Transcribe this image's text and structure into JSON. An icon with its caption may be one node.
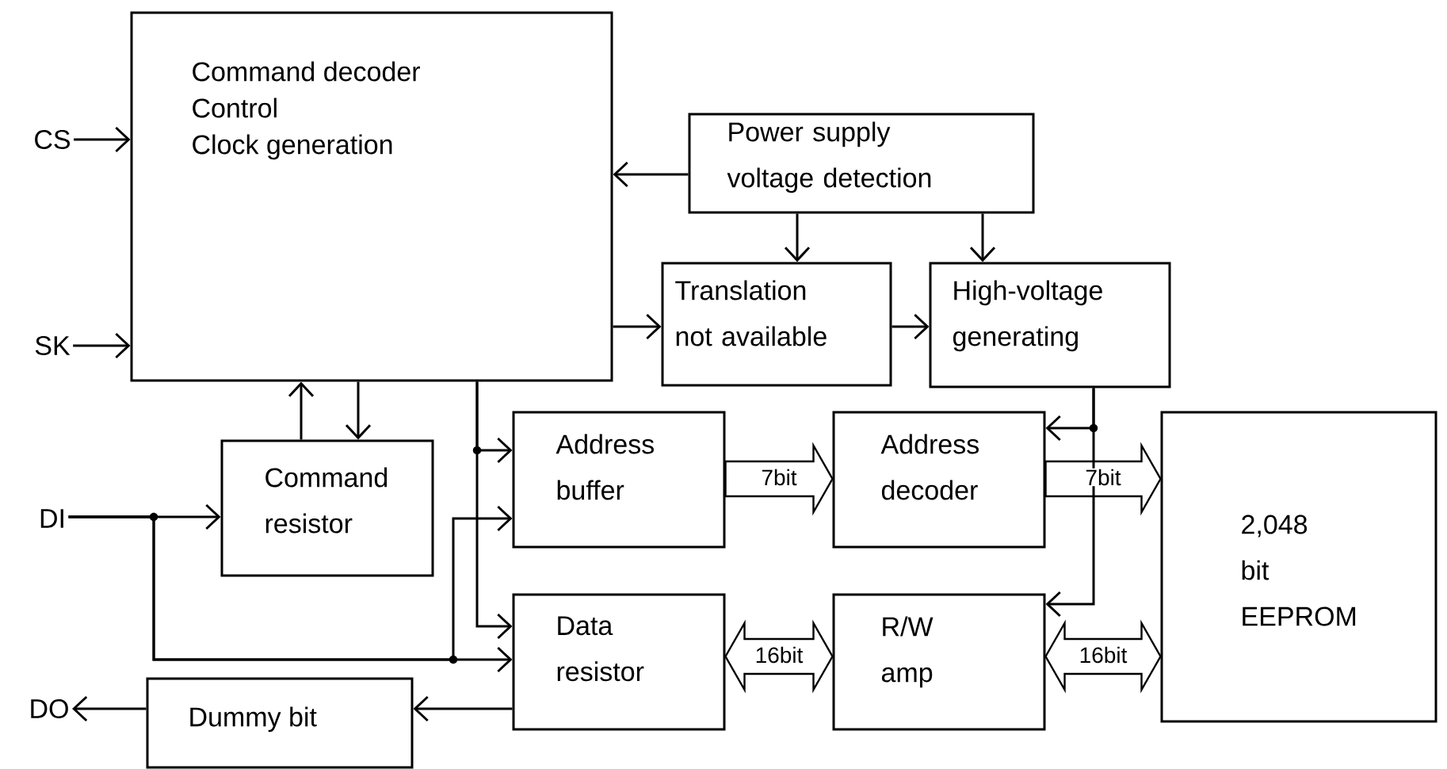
{
  "diagram": {
    "nodes": [
      {
        "text": [
          "CS"
        ]
      },
      {
        "text": [
          "SK"
        ]
      },
      {
        "text": [
          "DI"
        ]
      },
      {
        "text": [
          "DO"
        ]
      },
      {
        "text": [
          "Command decoder",
          "Control",
          "Clock generation"
        ]
      },
      {
        "text": [
          "Power supply voltage detection"
        ]
      },
      {
        "text": [
          "Translation not available"
        ]
      },
      {
        "text": [
          "High-voltage generating"
        ]
      },
      {
        "text": [
          "Command resistor"
        ]
      },
      {
        "text": [
          "Address buffer"
        ]
      },
      {
        "text": [
          "Address decoder"
        ]
      },
      {
        "text": [
          "2,048 bit EEPROM"
        ]
      },
      {
        "text": [
          "Data resistor"
        ]
      },
      {
        "text": [
          "R/W amp"
        ]
      },
      {
        "text": [
          "Dummy bit"
        ]
      }
    ],
    "edges": [
      {
        "from": 0,
        "to": 4,
        "arrow": "to"
      },
      {
        "from": 1,
        "to": 4,
        "arrow": "to"
      },
      {
        "from": 5,
        "to": 4,
        "arrow": "to"
      },
      {
        "from": 5,
        "to": 6,
        "arrow": "to"
      },
      {
        "from": 5,
        "to": 7,
        "arrow": "to"
      },
      {
        "from": 4,
        "to": 6,
        "arrow": "to"
      },
      {
        "from": 6,
        "to": 7,
        "arrow": "to"
      },
      {
        "from": 8,
        "to": 4,
        "arrow": "to"
      },
      {
        "from": 4,
        "to": 8,
        "arrow": "to"
      },
      {
        "from": 4,
        "to": 9,
        "arrow": "to"
      },
      {
        "from": 4,
        "to": 12,
        "arrow": "to"
      },
      {
        "from": 2,
        "to": 8,
        "arrow": "to"
      },
      {
        "from": 2,
        "to": 12,
        "arrow": "to"
      },
      {
        "from": 2,
        "to": 9,
        "arrow": "to"
      },
      {
        "from": 12,
        "to": 14,
        "arrow": "to"
      },
      {
        "from": 14,
        "to": 3,
        "arrow": "to"
      },
      {
        "from": 9,
        "to": 10,
        "arrow": "to",
        "label": "7bit",
        "style": "thick"
      },
      {
        "from": 10,
        "to": 11,
        "arrow": "to",
        "label": "7bit",
        "style": "thick"
      },
      {
        "from": 12,
        "to": 13,
        "arrow": "both",
        "label": "16bit",
        "style": "thick"
      },
      {
        "from": 13,
        "to": 11,
        "arrow": "both",
        "label": "16bit",
        "style": "thick"
      },
      {
        "from": 7,
        "to": 10,
        "arrow": "to"
      },
      {
        "from": 7,
        "to": 13,
        "arrow": "to"
      }
    ]
  }
}
